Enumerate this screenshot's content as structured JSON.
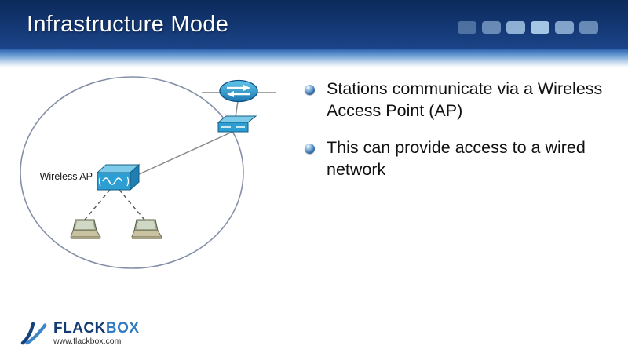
{
  "slide": {
    "title": "Infrastructure Mode",
    "bullets": [
      "Stations communicate via a Wireless Access Point (AP)",
      "This can provide access to a wired network"
    ]
  },
  "diagram": {
    "ap_label": "Wireless AP",
    "nodes": [
      "router",
      "switch",
      "wireless-access-point",
      "laptop",
      "laptop"
    ]
  },
  "footer": {
    "logo_primary": "FLACK",
    "logo_secondary": "BOX",
    "website": "www.flackbox.com"
  },
  "colors": {
    "header_dark": "#0c2a5c",
    "header_mid": "#1b4488",
    "accent_blue": "#2e75b6",
    "device_blue": "#2d9ed2",
    "circle_outline": "#8590a8"
  }
}
